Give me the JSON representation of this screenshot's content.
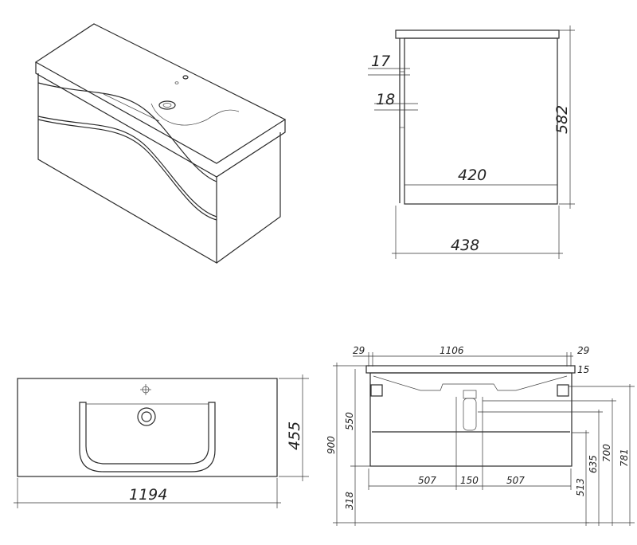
{
  "side_view": {
    "dim_17": "17",
    "dim_18": "18",
    "dim_420": "420",
    "dim_582": "582",
    "dim_438": "438"
  },
  "top_view": {
    "dim_455": "455",
    "dim_1194": "1194"
  },
  "front_view": {
    "dim_29_left": "29",
    "dim_1106": "1106",
    "dim_29_right": "29",
    "dim_15": "15",
    "dim_900": "900",
    "dim_550": "550",
    "dim_318": "318",
    "dim_507_left": "507",
    "dim_150": "150",
    "dim_507_right": "507",
    "dim_513": "513",
    "dim_635": "635",
    "dim_700": "700",
    "dim_781": "781"
  }
}
